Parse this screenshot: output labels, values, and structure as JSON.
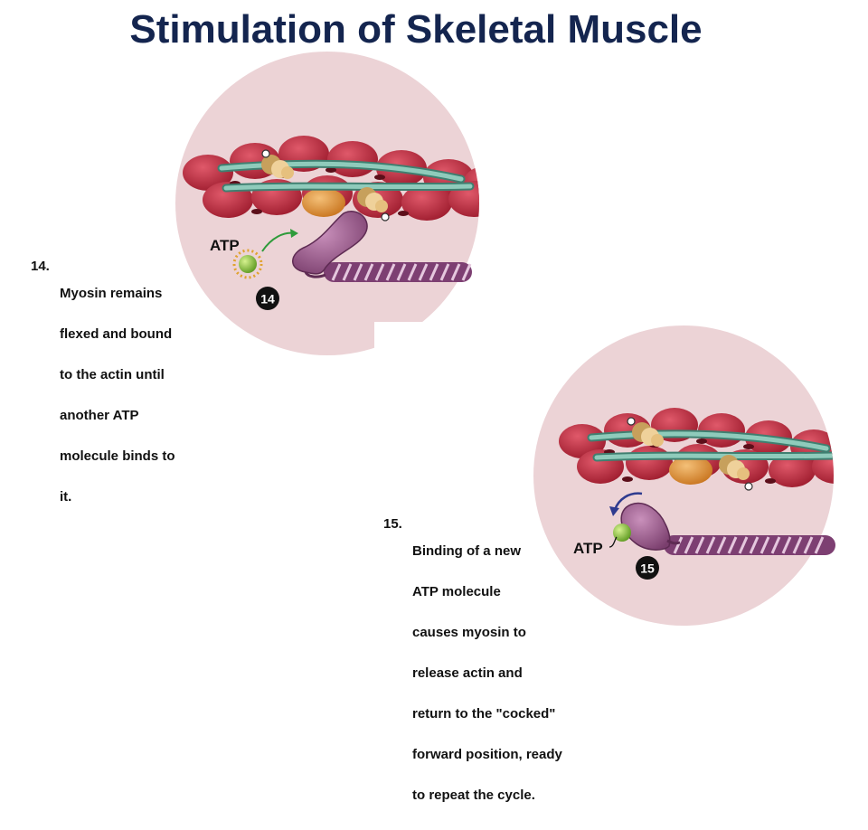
{
  "title": "Stimulation of Skeletal Muscle",
  "steps": [
    {
      "number_label": "14.",
      "badge": "14",
      "atp_label": "ATP",
      "caption_lines": [
        "Myosin remains",
        "flexed and bound",
        "to the actin until",
        "another ATP",
        "molecule binds to",
        "it."
      ]
    },
    {
      "number_label": "15.",
      "badge": "15",
      "atp_label": "ATP",
      "caption_lines": [
        "Binding of a new",
        "ATP molecule",
        "causes myosin to",
        "release actin and",
        "return to the \"cocked\"",
        "forward position, ready",
        "to repeat the cycle."
      ]
    }
  ],
  "colors": {
    "title": "#14254f",
    "circle_bg": "#ecd3d6",
    "actin": "#c0283c",
    "tropomyosin": "#7bb7a8",
    "troponin": "#e2b878",
    "myosin_head": "#9a5b8c",
    "myosin_tail": "#7d3f72",
    "atp": "#8bc34a",
    "binding_site": "#e29a3a"
  }
}
